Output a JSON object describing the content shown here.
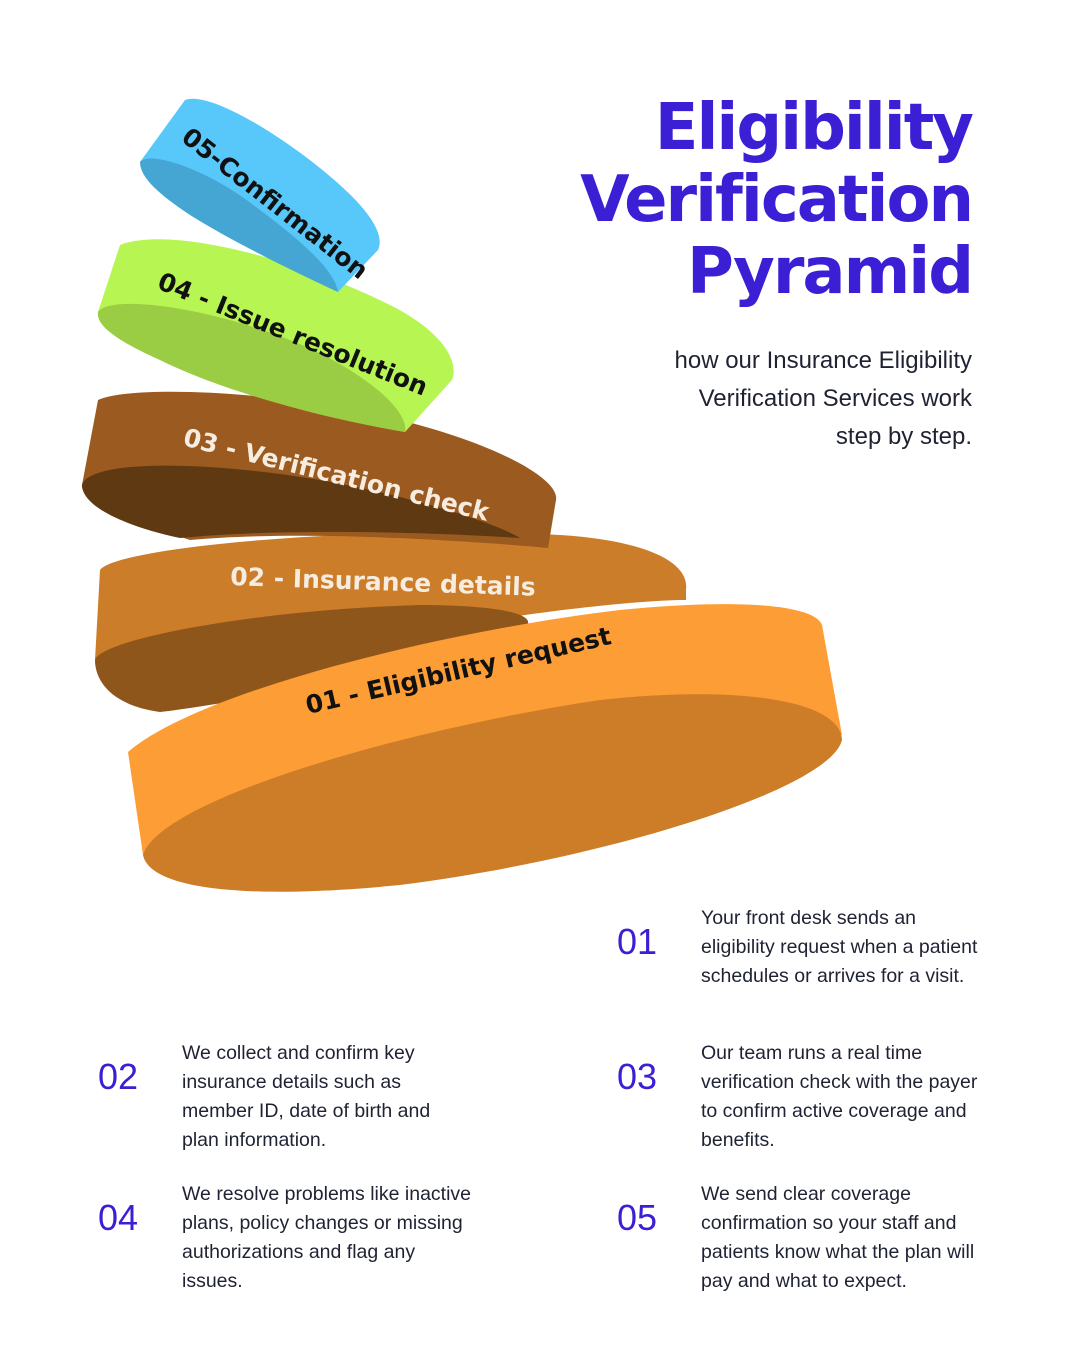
{
  "header": {
    "title_lines": [
      "Eligibility",
      "Verification",
      "Pyramid"
    ],
    "subtitle_lines": [
      "how our Insurance Eligibility",
      "Verification Services work",
      "step by step."
    ]
  },
  "colors": {
    "accent": "#3a1fd4",
    "body_text": "#1f2233",
    "ring_05": "#58c8fb",
    "ring_04": "#b6f552",
    "ring_03": "#9b5a1f",
    "ring_02": "#cc7d2a",
    "ring_01": "#fd9d35"
  },
  "pyramid": {
    "rings": [
      {
        "id": "05",
        "label": "05-Confirmation"
      },
      {
        "id": "04",
        "label": "04 - Issue resolution"
      },
      {
        "id": "03",
        "label": "03 - Verification check"
      },
      {
        "id": "02",
        "label": "02 - Insurance details"
      },
      {
        "id": "01",
        "label": "01 - Eligibility request"
      }
    ]
  },
  "steps": [
    {
      "num": "01",
      "desc": "Your front desk sends an eligibility request when a patient schedules or arrives for a visit."
    },
    {
      "num": "02",
      "desc": "We collect and confirm key insurance details such as member ID, date of birth and plan information."
    },
    {
      "num": "03",
      "desc": "Our team runs a real time verification check with the payer to confirm active coverage and benefits."
    },
    {
      "num": "04",
      "desc": "We resolve problems like inactive plans, policy changes or missing authorizations and flag any issues."
    },
    {
      "num": "05",
      "desc": "We send clear coverage confirmation so your staff and patients know what the plan will pay and what to expect."
    }
  ]
}
